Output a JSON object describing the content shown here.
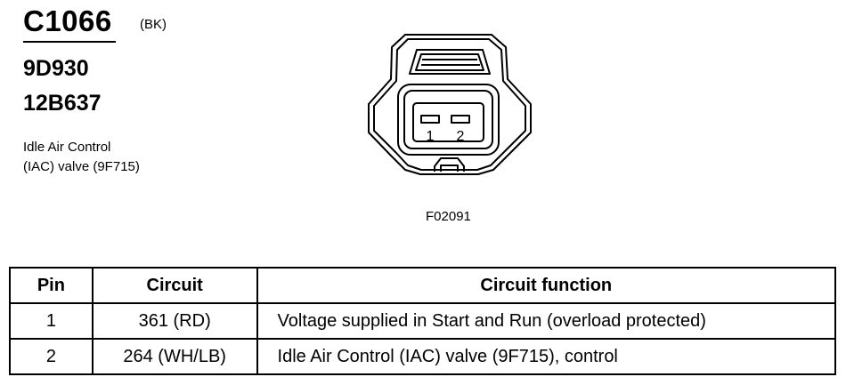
{
  "connector": {
    "id": "C1066",
    "color": "(BK)",
    "part_numbers": [
      "9D930",
      "12B637"
    ],
    "description": [
      "Idle Air Control",
      "(IAC) valve (9F715)"
    ]
  },
  "figure": {
    "id": "F02091",
    "pin_labels": [
      "1",
      "2"
    ]
  },
  "table": {
    "headers": [
      "Pin",
      "Circuit",
      "Circuit function"
    ],
    "rows": [
      {
        "pin": "1",
        "circuit": "361 (RD)",
        "function": "Voltage supplied in Start and Run (overload protected)"
      },
      {
        "pin": "2",
        "circuit": "264 (WH/LB)",
        "function": "Idle Air Control (IAC) valve (9F715), control"
      }
    ]
  }
}
